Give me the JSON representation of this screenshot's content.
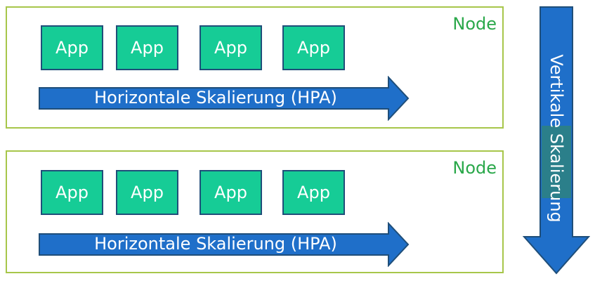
{
  "colors": {
    "node_border": "#a7c64a",
    "node_label": "#2aa84a",
    "app_fill": "#16cc96",
    "app_border": "#1f4e79",
    "arrow_fill": "#1f6fc9",
    "arrow_border": "#1f4e79",
    "vertical_highlight": "#2b7f8a"
  },
  "nodes": [
    {
      "label": "Node",
      "apps": [
        "App",
        "App",
        "App",
        "App"
      ],
      "arrow_label": "Horizontale Skalierung (HPA)"
    },
    {
      "label": "Node",
      "apps": [
        "App",
        "App",
        "App",
        "App"
      ],
      "arrow_label": "Horizontale Skalierung (HPA)"
    }
  ],
  "vertical_arrow": {
    "label_part1": "Vertikale",
    "label_part2": "Skalierung"
  }
}
